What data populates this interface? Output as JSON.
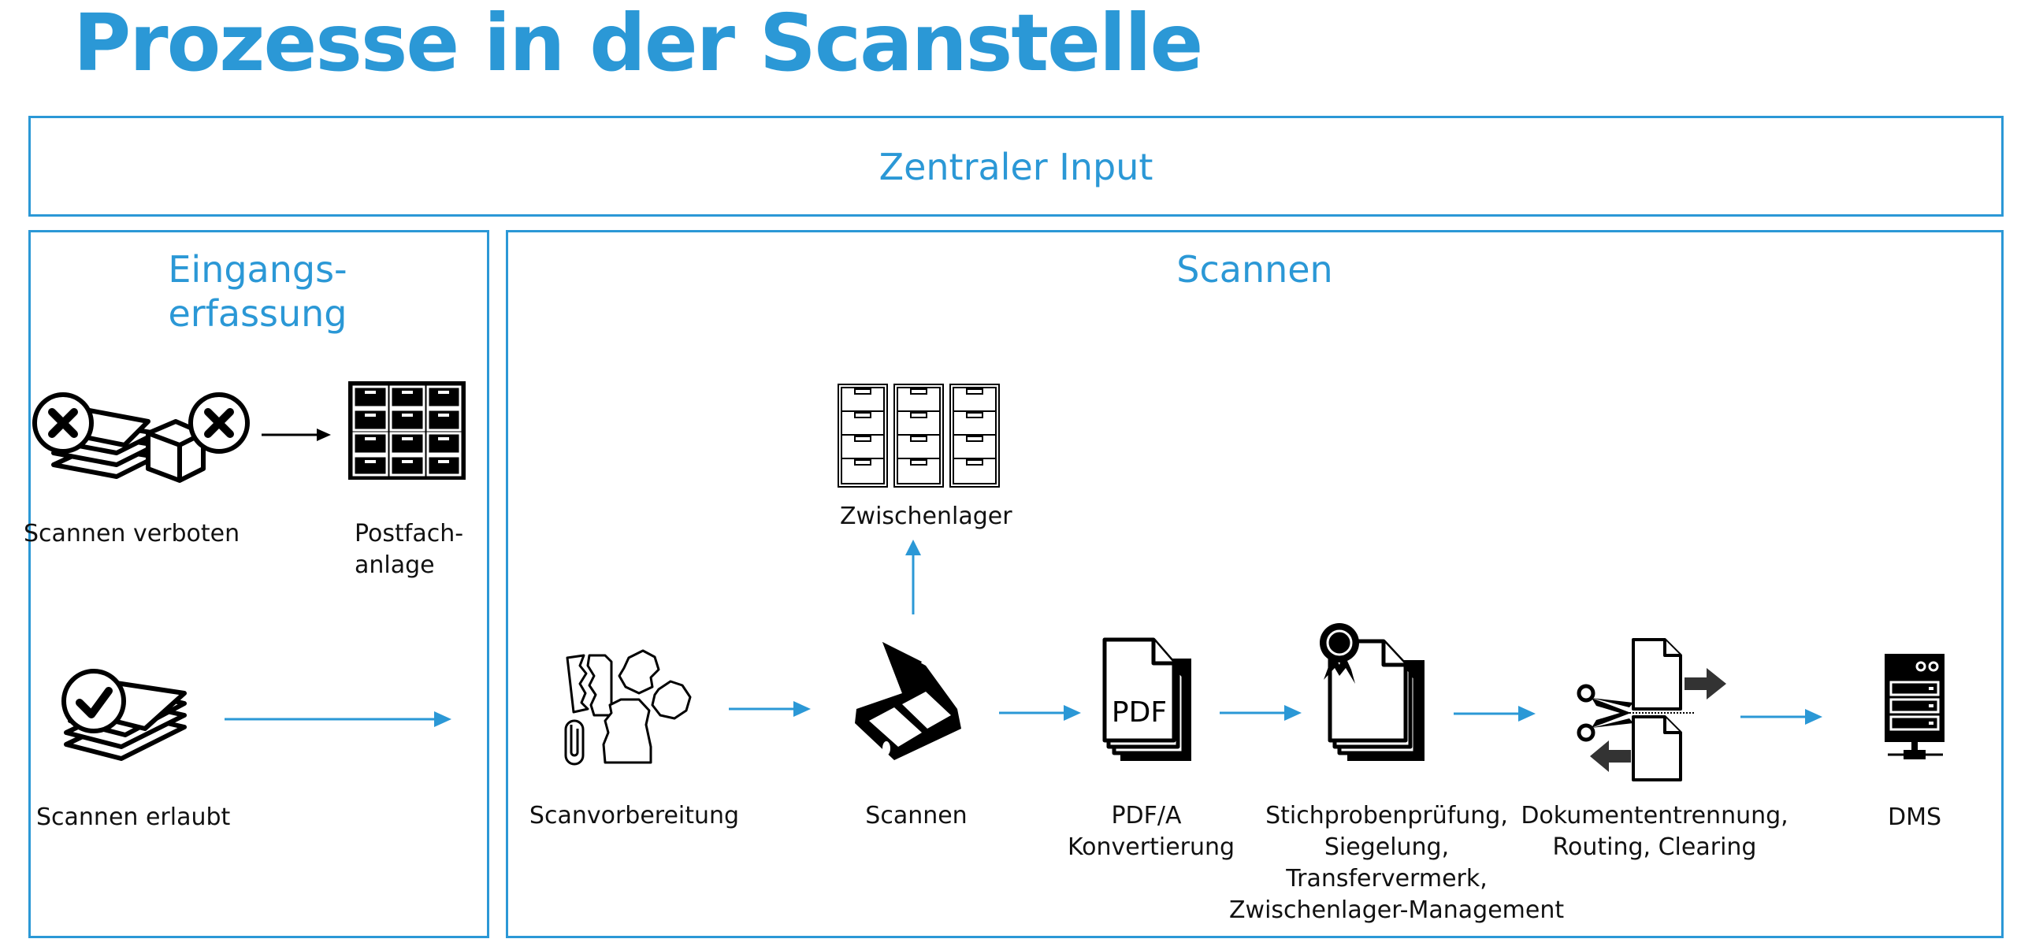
{
  "title": "Prozesse in der Scanstelle",
  "colors": {
    "accent": "#2b98d6",
    "icon": "#000000"
  },
  "sections": {
    "zentraler_input": {
      "label": "Zentraler Input"
    },
    "eingangserfassung": {
      "label_line1": "Eingangs-",
      "label_line2": "erfassung"
    },
    "scannen": {
      "label": "Scannen"
    }
  },
  "eingang_items": [
    {
      "icon": "documents-and-box-forbidden-icon",
      "label": "Scannen verboten"
    },
    {
      "icon": "mailbox-cabinet-icon",
      "label_line1": "Postfach-",
      "label_line2": "anlage"
    },
    {
      "icon": "documents-allowed-icon",
      "label": "Scannen erlaubt"
    }
  ],
  "scan_steps": [
    {
      "icon": "scan-preparation-icon",
      "lines": [
        "Scanvorbereitung"
      ]
    },
    {
      "icon": "flatbed-scanner-icon",
      "lines": [
        "Scannen"
      ]
    },
    {
      "icon": "pdf-document-stack-icon",
      "icon_text": "PDF",
      "lines": [
        "PDF/A",
        "Konvertierung"
      ]
    },
    {
      "icon": "certified-document-stack-icon",
      "lines": [
        "Stichprobenprüfung,",
        "Siegelung,",
        "Transfervermerk,",
        "Zwischenlager-Management"
      ]
    },
    {
      "icon": "document-split-icon",
      "lines": [
        "Dokumententrennung,",
        "Routing, Clearing"
      ]
    },
    {
      "icon": "server-icon",
      "lines": [
        "DMS"
      ]
    }
  ],
  "storage": {
    "icon": "file-cabinets-icon",
    "label": "Zwischenlager"
  }
}
